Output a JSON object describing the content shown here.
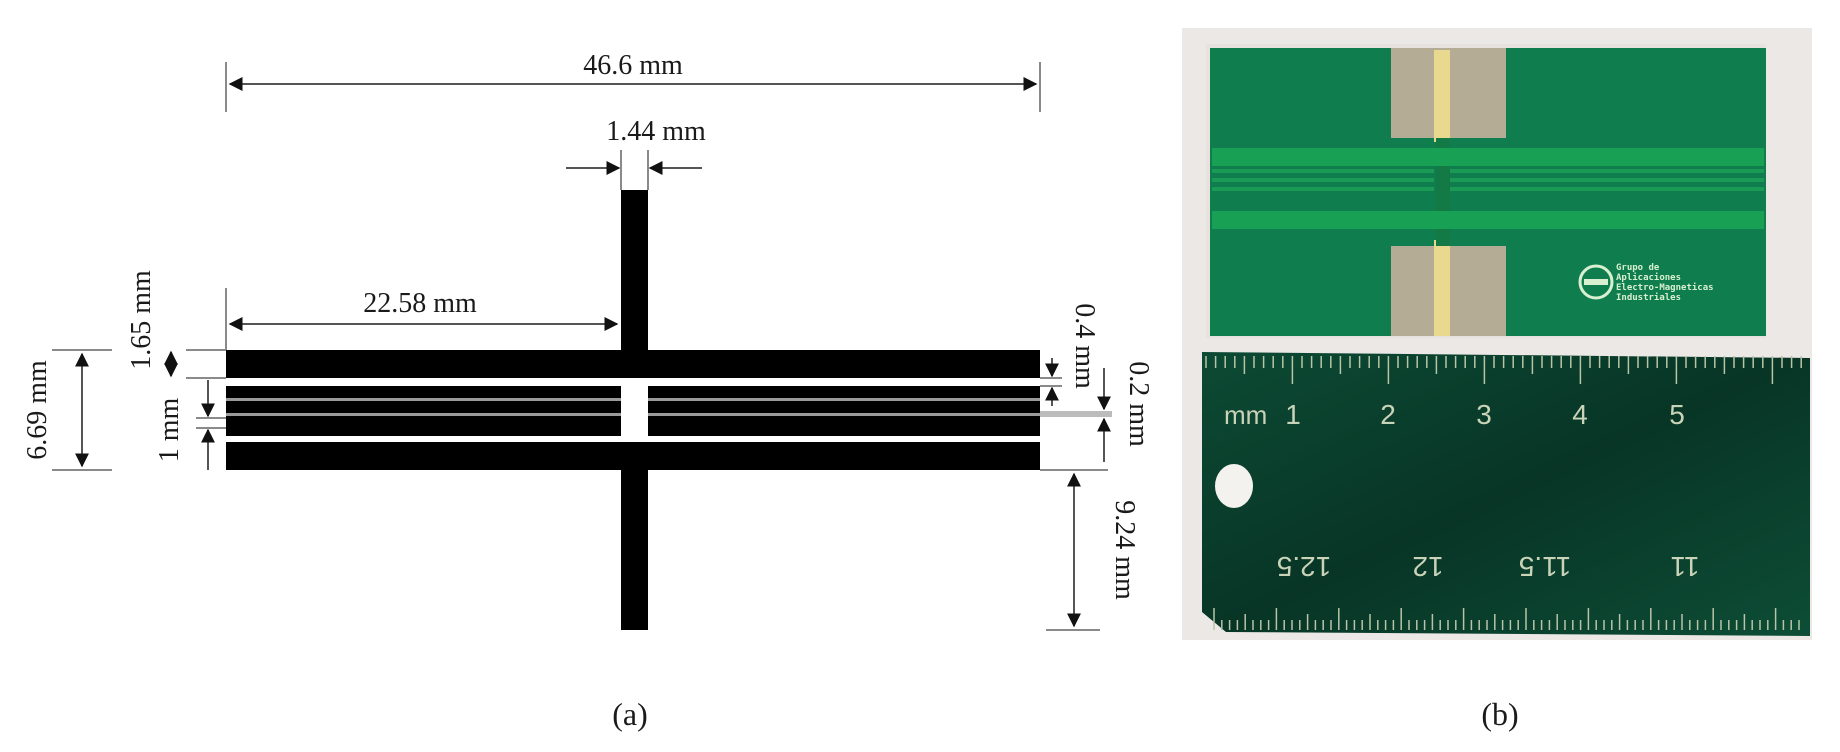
{
  "panel_a": {
    "caption": "(a)",
    "dimensions": {
      "total_length": "46.6 mm",
      "stub_width": "1.44 mm",
      "half_length": "22.58 mm",
      "outer_strip_width": "1.65 mm",
      "total_height": "6.69 mm",
      "gap_width": "1 mm",
      "line_spacing": "0.4 mm",
      "line_gap": "0.2 mm",
      "stub_length": "9.24 mm"
    }
  },
  "panel_b": {
    "caption": "(b)",
    "pcb_logo_text": [
      "Grupo de",
      "Aplicaciones",
      "Electro-Magneticas",
      "Industriales"
    ],
    "ruler": {
      "unit_label": "mm",
      "top_ticks": [
        "1",
        "2",
        "3",
        "4",
        "5"
      ],
      "bottom_ticks_inverted": [
        "12.5",
        "12",
        "11.5",
        "11"
      ]
    },
    "colors": {
      "pcb_green": "#0f7d4e",
      "pcb_trace_green": "#18a055",
      "pad_tan": "#b5ac95",
      "gold_strip": "#e9d98f",
      "ruler_green": "#0a3d2c"
    }
  }
}
